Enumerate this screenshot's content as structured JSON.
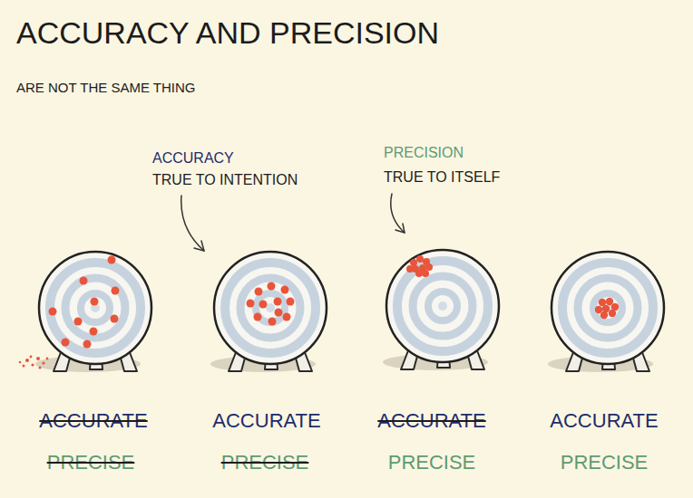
{
  "diagram": {
    "title": "ACCURACY AND PRECISION",
    "labels": [
      "ARE NOT THE SAME THING",
      "ACCURACY",
      "TRUE TO INTENTION",
      "PRECISION",
      "TRUE TO ITSELF",
      "ACCURATE",
      "PRECISE",
      "ACCURATE",
      "PRECISE",
      "ACCURATE",
      "PRECISE",
      "ACCURATE",
      "PRECISE"
    ]
  }
}
